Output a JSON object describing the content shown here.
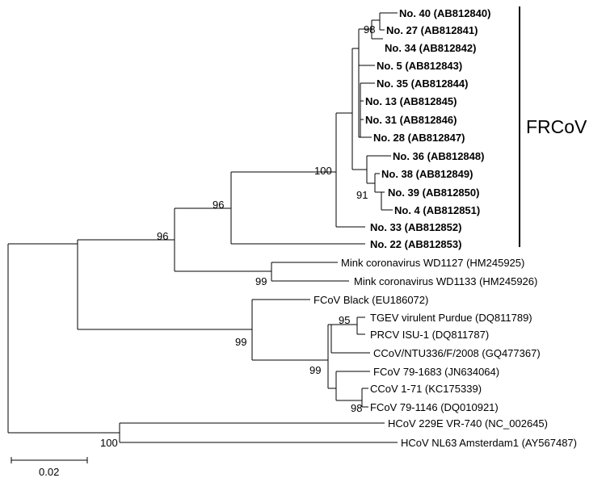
{
  "tree": {
    "leaves": [
      {
        "label": "No. 40 (AB812840)",
        "bold": true
      },
      {
        "label": "No. 27 (AB812841)",
        "bold": true
      },
      {
        "label": "No. 34 (AB812842)",
        "bold": true
      },
      {
        "label": "No. 5 (AB812843)",
        "bold": true
      },
      {
        "label": "No. 35 (AB812844)",
        "bold": true
      },
      {
        "label": "No. 13 (AB812845)",
        "bold": true
      },
      {
        "label": "No. 31 (AB812846)",
        "bold": true
      },
      {
        "label": "No. 28 (AB812847)",
        "bold": true
      },
      {
        "label": "No. 36 (AB812848)",
        "bold": true
      },
      {
        "label": "No. 38 (AB812849)",
        "bold": true
      },
      {
        "label": "No. 39 (AB812850)",
        "bold": true
      },
      {
        "label": "No. 4 (AB812851)",
        "bold": true
      },
      {
        "label": "No. 33 (AB812852)",
        "bold": true
      },
      {
        "label": "No. 22 (AB812853)",
        "bold": true
      },
      {
        "label": "Mink coronavirus WD1127 (HM245925)",
        "bold": false
      },
      {
        "label": "Mink coronavirus WD1133 (HM245926)",
        "bold": false
      },
      {
        "label": "FCoV Black (EU186072)",
        "bold": false
      },
      {
        "label": "TGEV virulent Purdue (DQ811789)",
        "bold": false
      },
      {
        "label": "PRCV ISU-1 (DQ811787)",
        "bold": false
      },
      {
        "label": "CCoV/NTU336/F/2008 (GQ477367)",
        "bold": false
      },
      {
        "label": "FCoV 79-1683 (JN634064)",
        "bold": false
      },
      {
        "label": "CCoV 1-71 (KC175339)",
        "bold": false
      },
      {
        "label": "FCoV 79-1146 (DQ010921)",
        "bold": false
      },
      {
        "label": "HCoV 229E VR-740 (NC_002645)",
        "bold": false
      },
      {
        "label": "HCoV NL63 Amsterdam1 (AY567487)",
        "bold": false
      }
    ],
    "bootstrap_values": [
      "98",
      "100",
      "91",
      "96",
      "96",
      "99",
      "95",
      "99",
      "99",
      "98",
      "100"
    ],
    "clade_label": "FRCoV",
    "scale_bar_label": "0.02"
  }
}
